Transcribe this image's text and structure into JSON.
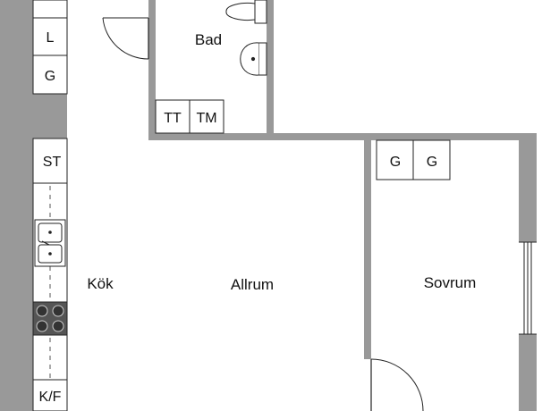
{
  "rooms": {
    "bathroom": "Bad",
    "kitchen": "Kök",
    "living_room": "Allrum",
    "bedroom": "Sovrum"
  },
  "fixtures": {
    "kitchen_l": "L",
    "kitchen_g": "G",
    "stove_top": "ST",
    "fridge_freezer": "K/F",
    "bath_tt": "TT",
    "bath_tm": "TM",
    "wardrobe_1": "G",
    "wardrobe_2": "G"
  },
  "colors": {
    "wall": "#999999",
    "wall_edge": "#8a8a8a",
    "line": "#222222",
    "fixture_fill": "#ffffff"
  }
}
